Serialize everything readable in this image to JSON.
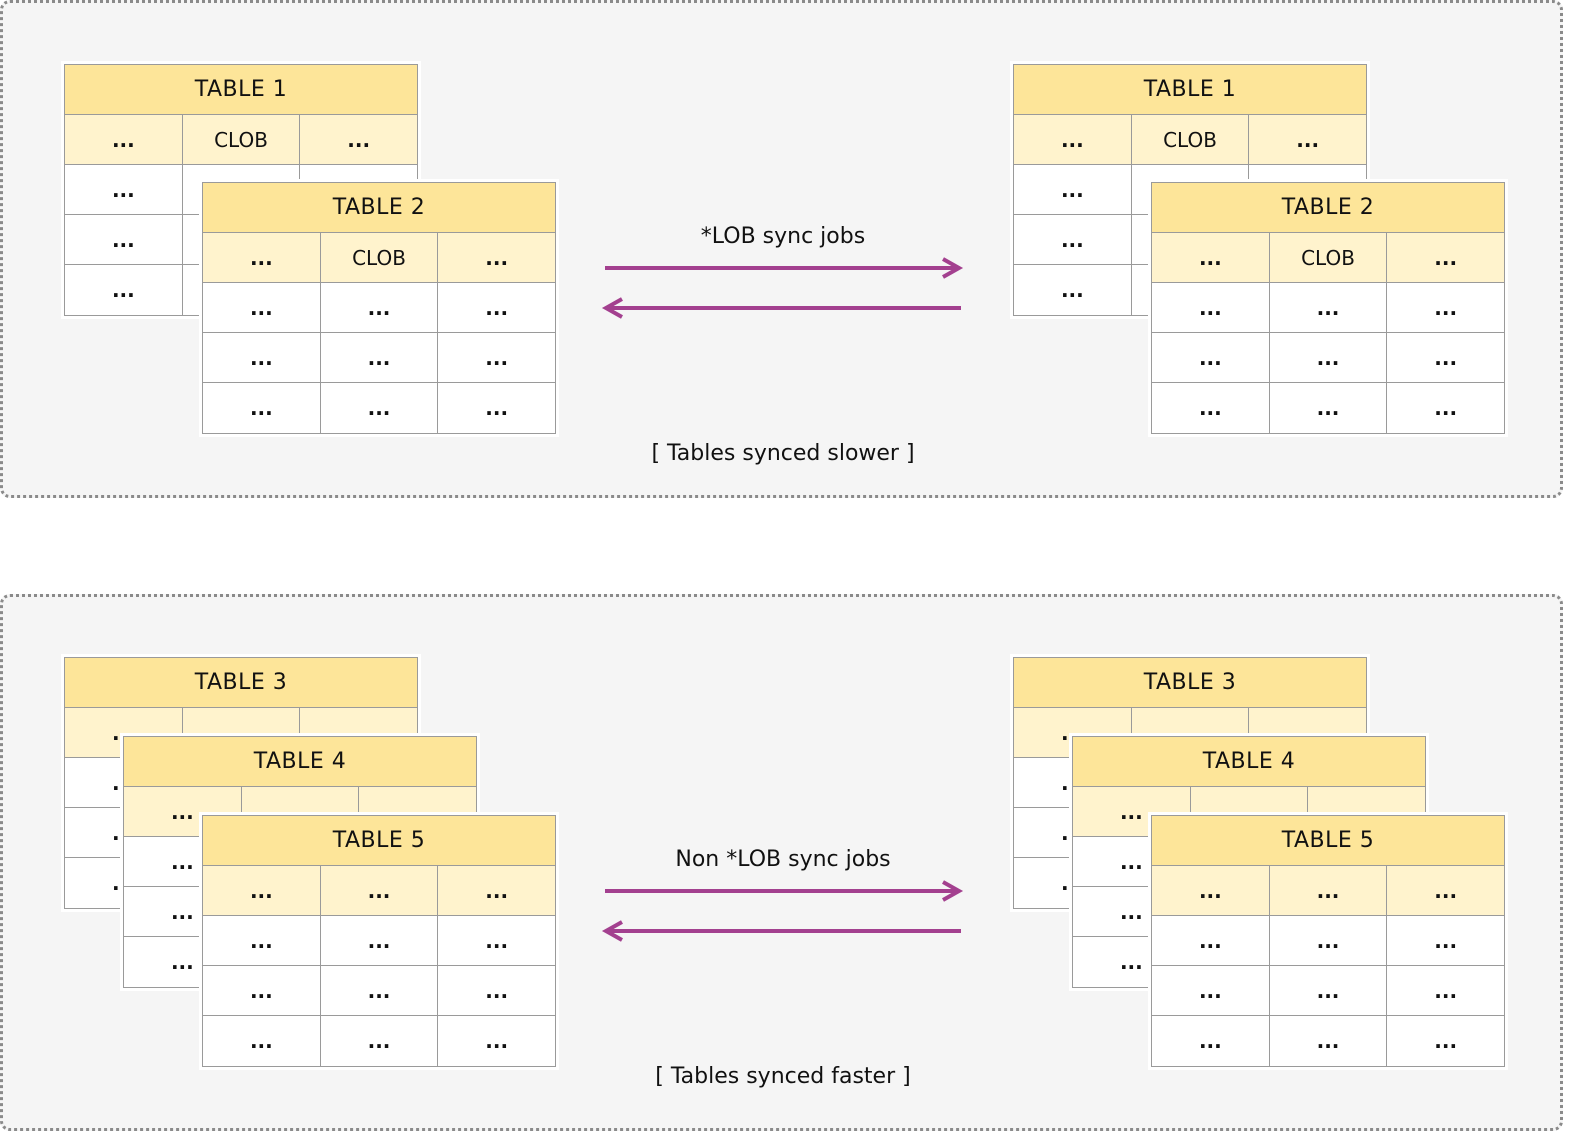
{
  "top_panel": {
    "arrow_label": "*LOB sync jobs",
    "caption": "[ Tables synced slower ]",
    "left_tables": [
      {
        "title": "TABLE 1",
        "header": [
          "...",
          "CLOB",
          "..."
        ],
        "rows": [
          [
            "...",
            "...",
            "..."
          ],
          [
            "...",
            "...",
            "..."
          ],
          [
            "...",
            "...",
            "..."
          ]
        ]
      },
      {
        "title": "TABLE 2",
        "header": [
          "...",
          "CLOB",
          "..."
        ],
        "rows": [
          [
            "...",
            "...",
            "..."
          ],
          [
            "...",
            "...",
            "..."
          ],
          [
            "...",
            "...",
            "..."
          ]
        ]
      }
    ],
    "right_tables": [
      {
        "title": "TABLE 1",
        "header": [
          "...",
          "CLOB",
          "..."
        ],
        "rows": [
          [
            "...",
            "...",
            "..."
          ],
          [
            "...",
            "...",
            "..."
          ],
          [
            "...",
            "...",
            "..."
          ]
        ]
      },
      {
        "title": "TABLE 2",
        "header": [
          "...",
          "CLOB",
          "..."
        ],
        "rows": [
          [
            "...",
            "...",
            "..."
          ],
          [
            "...",
            "...",
            "..."
          ],
          [
            "...",
            "...",
            "..."
          ]
        ]
      }
    ]
  },
  "bottom_panel": {
    "arrow_label": "Non *LOB sync jobs",
    "caption": "[ Tables synced faster ]",
    "left_tables": [
      {
        "title": "TABLE 3",
        "header": [
          "...",
          "...",
          "..."
        ],
        "rows": [
          [
            "...",
            "...",
            "..."
          ],
          [
            "...",
            "...",
            "..."
          ],
          [
            "...",
            "...",
            "..."
          ]
        ]
      },
      {
        "title": "TABLE 4",
        "header": [
          "...",
          "...",
          "..."
        ],
        "rows": [
          [
            "...",
            "...",
            "..."
          ],
          [
            "...",
            "...",
            "..."
          ],
          [
            "...",
            "...",
            "..."
          ]
        ]
      },
      {
        "title": "TABLE 5",
        "header": [
          "...",
          "...",
          "..."
        ],
        "rows": [
          [
            "...",
            "...",
            "..."
          ],
          [
            "...",
            "...",
            "..."
          ],
          [
            "...",
            "...",
            "..."
          ]
        ]
      }
    ],
    "right_tables": [
      {
        "title": "TABLE 3",
        "header": [
          "...",
          "...",
          "..."
        ],
        "rows": [
          [
            "...",
            "...",
            "..."
          ],
          [
            "...",
            "...",
            "..."
          ],
          [
            "...",
            "...",
            "..."
          ]
        ]
      },
      {
        "title": "TABLE 4",
        "header": [
          "...",
          "...",
          "..."
        ],
        "rows": [
          [
            "...",
            "...",
            "..."
          ],
          [
            "...",
            "...",
            "..."
          ],
          [
            "...",
            "...",
            "..."
          ]
        ]
      },
      {
        "title": "TABLE 5",
        "header": [
          "...",
          "...",
          "..."
        ],
        "rows": [
          [
            "...",
            "...",
            "..."
          ],
          [
            "...",
            "...",
            "..."
          ],
          [
            "...",
            "...",
            "..."
          ]
        ]
      }
    ]
  },
  "colors": {
    "arrow": "#a3408f",
    "table_title_bg": "#fde599",
    "table_header_bg": "#fff3cd",
    "panel_bg": "#f5f5f5",
    "panel_border": "#8a8a8a"
  }
}
